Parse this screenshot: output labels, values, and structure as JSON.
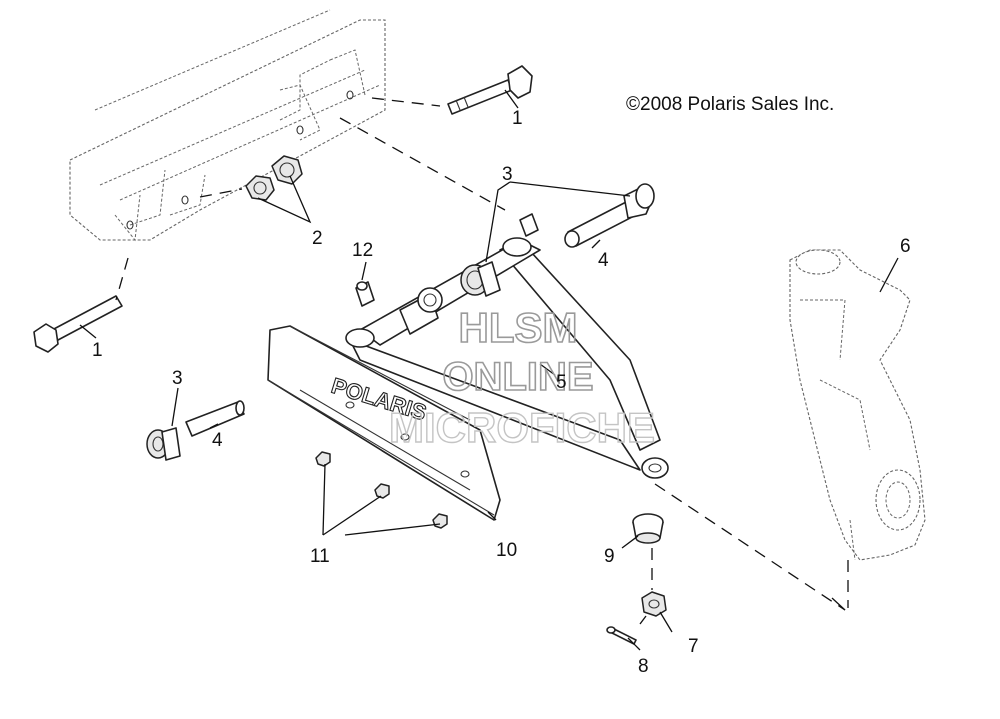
{
  "copyright": "©2008 Polaris Sales Inc.",
  "watermark": {
    "line1": "HLSM",
    "line2": "ONLINE",
    "line3": "MICROFICHE"
  },
  "guard_logo_text": "POLARIS",
  "callouts": {
    "c1_top": "1",
    "c1_left": "1",
    "c2": "2",
    "c3_top": "3",
    "c3_left": "3",
    "c4_top": "4",
    "c4_left": "4",
    "c5": "5",
    "c6": "6",
    "c7": "7",
    "c8": "8",
    "c9": "9",
    "c10": "10",
    "c11": "11",
    "c12": "12"
  }
}
